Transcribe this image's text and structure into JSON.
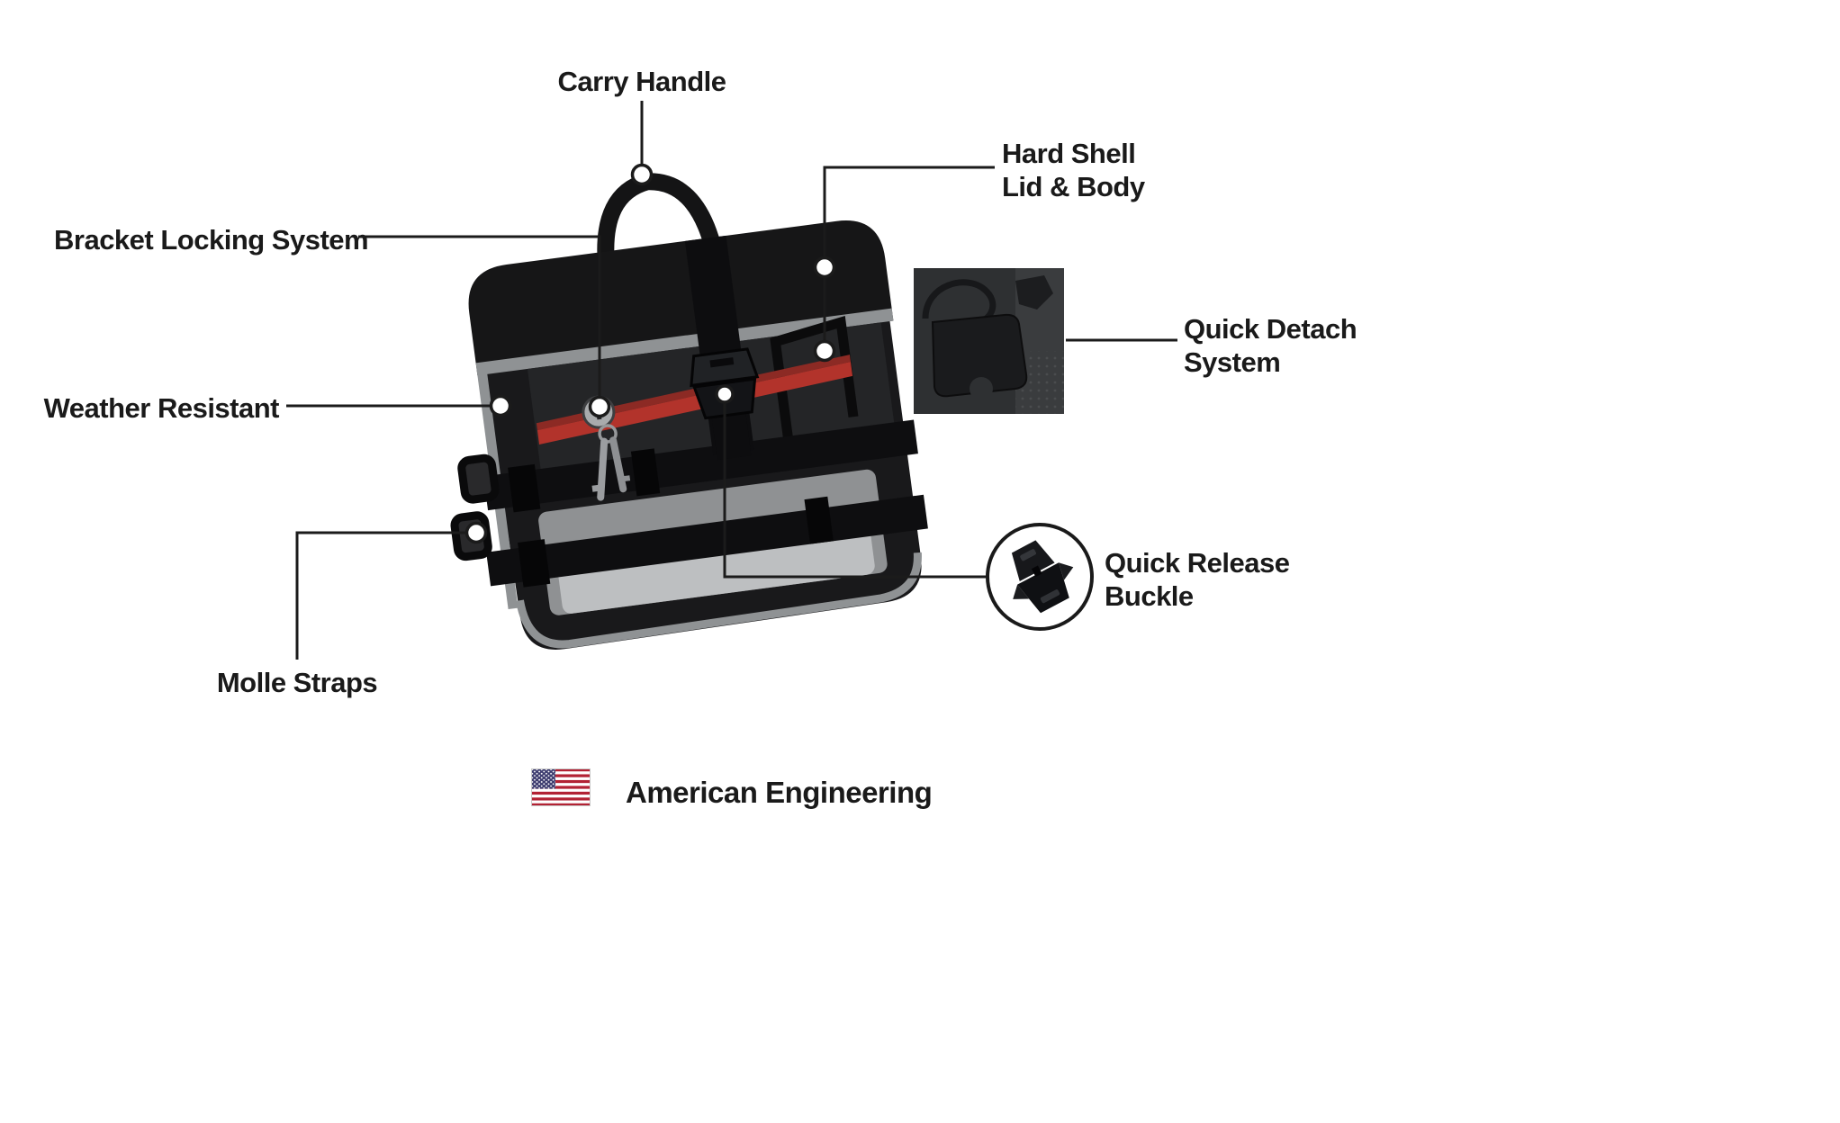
{
  "callouts": {
    "carry_handle": {
      "label": "Carry Handle"
    },
    "hard_shell": {
      "line1": "Hard Shell",
      "line2": "Lid & Body"
    },
    "bracket_locking": {
      "label": "Bracket Locking System"
    },
    "quick_detach": {
      "line1": "Quick Detach",
      "line2": "System"
    },
    "weather_resistant": {
      "label": "Weather Resistant"
    },
    "quick_release": {
      "line1": "Quick Release",
      "line2": "Buckle"
    },
    "molle_straps": {
      "label": "Molle Straps"
    }
  },
  "footer": {
    "text": "American Engineering"
  },
  "icons": {
    "flag": "us-flag-icon",
    "lock": "lock-and-keys-icon",
    "buckle": "quick-release-buckle-icon",
    "bracket_plate": "quick-detach-bracket-icon",
    "callout_point": "callout-point-circle"
  },
  "colors": {
    "background": "#ffffff",
    "text": "#1a1a1a",
    "line": "#1b1b1b",
    "bag_black": "#161617",
    "trim_gray": "#8f9294",
    "accent_red": "#b2332b",
    "flag_red": "#b22234",
    "flag_blue": "#3c3b6e"
  }
}
